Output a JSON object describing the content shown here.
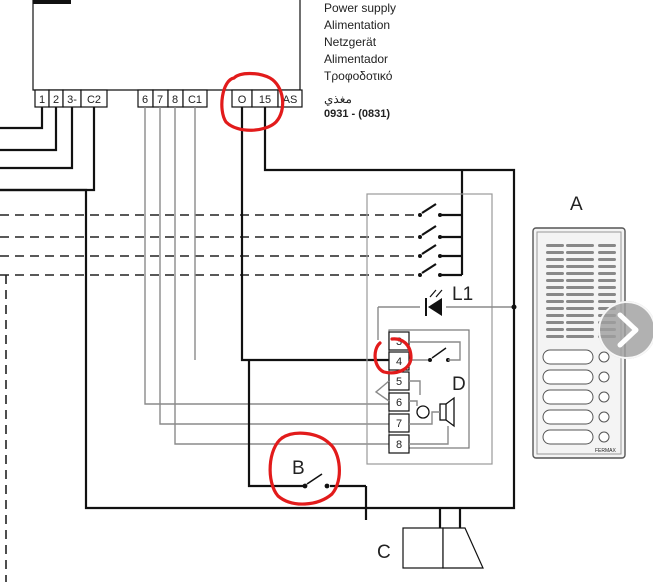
{
  "power_supply": {
    "labels": [
      "Power supply",
      "Alimentation",
      "Netzgerät",
      "Alimentador",
      "Τροφοδοτικό",
      "مغذي"
    ],
    "model": "0931 - (0831)",
    "terminals": [
      "1",
      "2",
      "3-",
      "C2",
      "6",
      "7",
      "8",
      "C1",
      "O",
      "15",
      "AS"
    ]
  },
  "panel": {
    "terminals": [
      "3",
      "4",
      "5",
      "6",
      "7",
      "8"
    ]
  },
  "labels": {
    "a": "A",
    "b": "B",
    "c": "C",
    "d": "D",
    "l1": "L1",
    "brand": "FERMAX"
  },
  "colors": {
    "annotation": "#e21b1b",
    "wire": "#111111",
    "secondary_wire": "#8a8a8a"
  },
  "nav": {
    "icon": "chevron-right-icon"
  }
}
